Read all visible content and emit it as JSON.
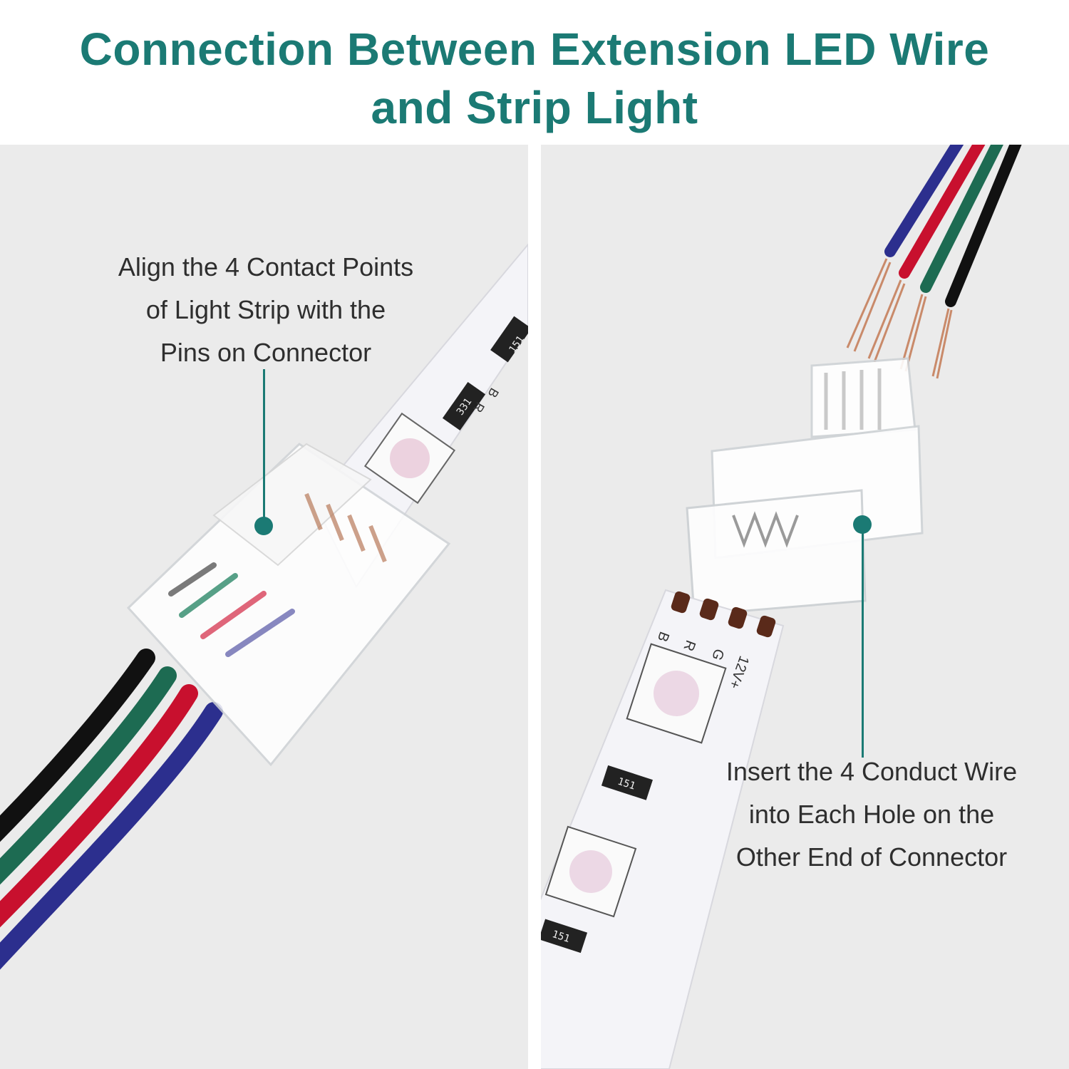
{
  "title": {
    "line1": "Connection Between Extension LED Wire",
    "line2": "and Strip Light"
  },
  "left_panel": {
    "caption": [
      "Align the 4 Contact Points",
      "of Light Strip with the",
      "Pins on Connector"
    ],
    "resistor_codes": [
      "151",
      "331"
    ],
    "strip_labels": [
      "B",
      "R"
    ]
  },
  "right_panel": {
    "caption": [
      "Insert the 4 Conduct Wire",
      "into Each Hole on the",
      "Other End of Connector"
    ],
    "resistor_codes": [
      "151",
      "151"
    ],
    "pad_labels": [
      "B",
      "R",
      "G",
      "12V+"
    ]
  },
  "colors": {
    "title": "#1b7a74",
    "accent": "#1b7a74",
    "panel_bg": "#ebebeb",
    "wire_black": "#111111",
    "wire_green": "#1d6b52",
    "wire_red": "#c8102e",
    "wire_blue": "#2c2f8e"
  },
  "icons": [
    "callout-dot-icon",
    "callout-dot-icon"
  ]
}
